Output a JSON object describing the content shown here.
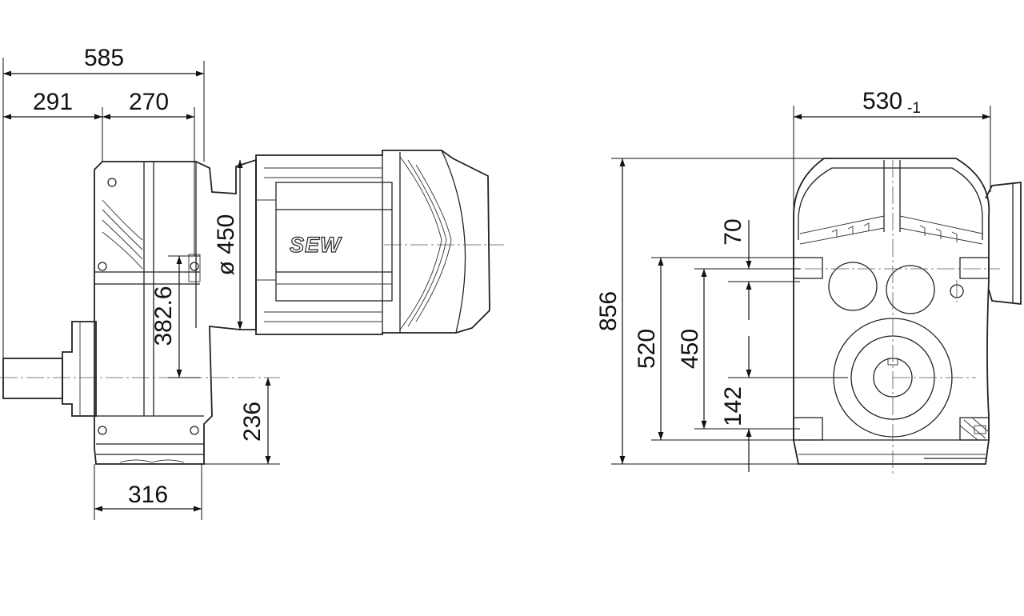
{
  "drawing": {
    "brand_logo": "SEW",
    "side_view": {
      "overall_length": "585",
      "gear_length": "291",
      "motor_offset": "270",
      "motor_diameter": "ø 450",
      "center_distance": "382.6",
      "shaft_height": "236",
      "foot_length": "316"
    },
    "front_view": {
      "width": "530",
      "width_tolerance": "-1",
      "total_height": "856",
      "hole_spacing_outer": "520",
      "hole_spacing_inner": "450",
      "top_offset": "70",
      "bottom_offset": "142"
    }
  }
}
